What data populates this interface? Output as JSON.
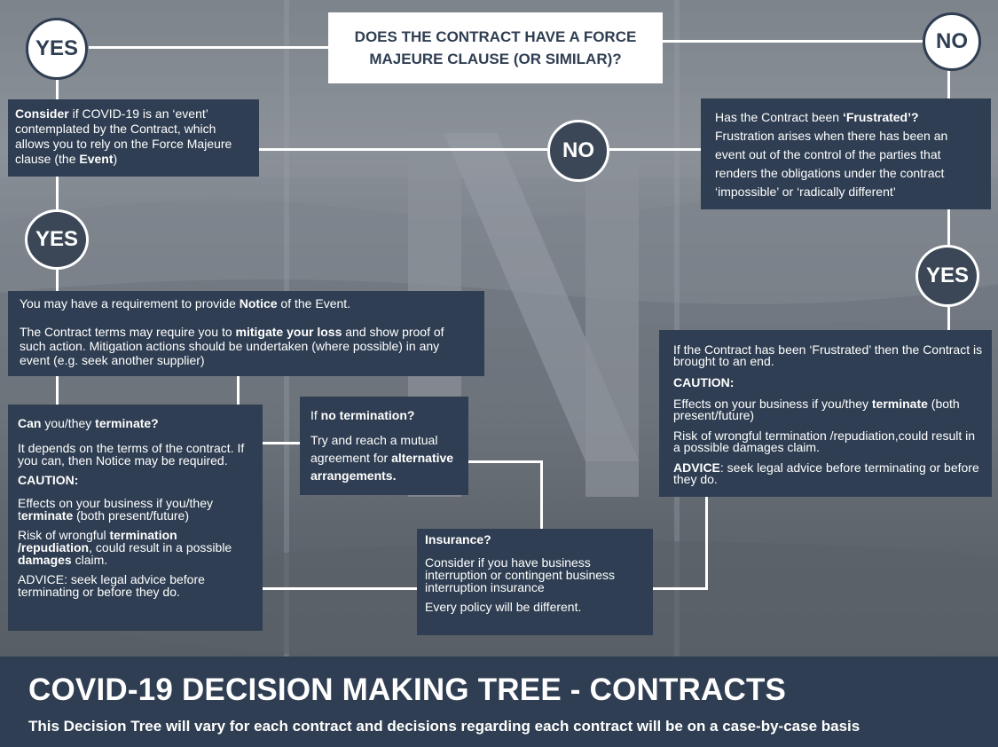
{
  "question": {
    "line1": "DOES THE CONTRACT HAVE A FORCE",
    "line2": "MAJEURE CLAUSE (OR SIMILAR)?"
  },
  "nodes": {
    "yes_top": "YES",
    "no_top": "NO",
    "no_middle": "NO",
    "yes_left": "YES",
    "yes_right": "YES"
  },
  "consider_box": {
    "bold1": "Consider",
    "text1": " if COVID-19 is an ‘event’ contemplated by the Contract, which allows you to rely on the Force Majeure clause (the ",
    "bold2": "Event",
    "text2": ")"
  },
  "frustrated_box": {
    "text1": "Has the Contract been ",
    "bold1": "‘Frustrated’?",
    "text2": "Frustration arises when there has been an event out of the control of the parties that renders the obligations under the contract ‘impossible’ or ‘radically different’"
  },
  "notice_box": {
    "p1_text1": "You may have a requirement to provide ",
    "p1_bold": "Notice",
    "p1_text2": " of the Event.",
    "p2_text1": "The Contract terms may require you to ",
    "p2_bold": "mitigate your loss",
    "p2_text2": " and show proof of such action. Mitigation actions should be undertaken (where possible) in any event (e.g. seek another supplier)"
  },
  "terminate_box": {
    "heading_bold1": "Can",
    "heading_text": " you/they ",
    "heading_bold2": "terminate?",
    "p1": "It depends on the terms of the contract. If you can, then Notice may be required.",
    "caution": "CAUTION:",
    "p2_text1": "Effects on your business if you/they t",
    "p2_bold": "erminate",
    "p2_text2": " (both present/future)",
    "p3_text1": "Risk of wrongful ",
    "p3_bold1": "termination /repudiation",
    "p3_text2": ", could result in a possible ",
    "p3_bold2": "damages",
    "p3_text3": " claim.",
    "p4": "ADVICE: seek legal advice before terminating or before they do."
  },
  "no_termination_box": {
    "heading_text": "If ",
    "heading_bold": "no termination?",
    "p1_text": "Try and reach a mutual agreement for ",
    "p1_bold": "alternative arrangements."
  },
  "insurance_box": {
    "heading": "Insurance?",
    "p1": "Consider if you have business interruption or contingent business interruption insurance",
    "p2": "Every policy will be different."
  },
  "frustrated_result_box": {
    "p1": "If the Contract has been ‘Frustrated’ then the Contract is brought to an end.",
    "caution": "CAUTION:",
    "p2_text1": "Effects on your business if you/they ",
    "p2_bold": "terminate",
    "p2_text2": " (both present/future)",
    "p3": "Risk of wrongful termination /repudiation,could result in a possible damages claim.",
    "p4_bold": "ADVICE",
    "p4_text": ": seek legal advice before terminating or before they do."
  },
  "footer": {
    "title": "COVID-19 DECISION MAKING TREE - CONTRACTS",
    "subtitle": "This Decision Tree will vary for each contract and decisions regarding each contract will be on a case-by-case basis"
  },
  "colors": {
    "box_fill": "#2f3e52",
    "connector": "#ffffff",
    "background": "#7a8088"
  }
}
